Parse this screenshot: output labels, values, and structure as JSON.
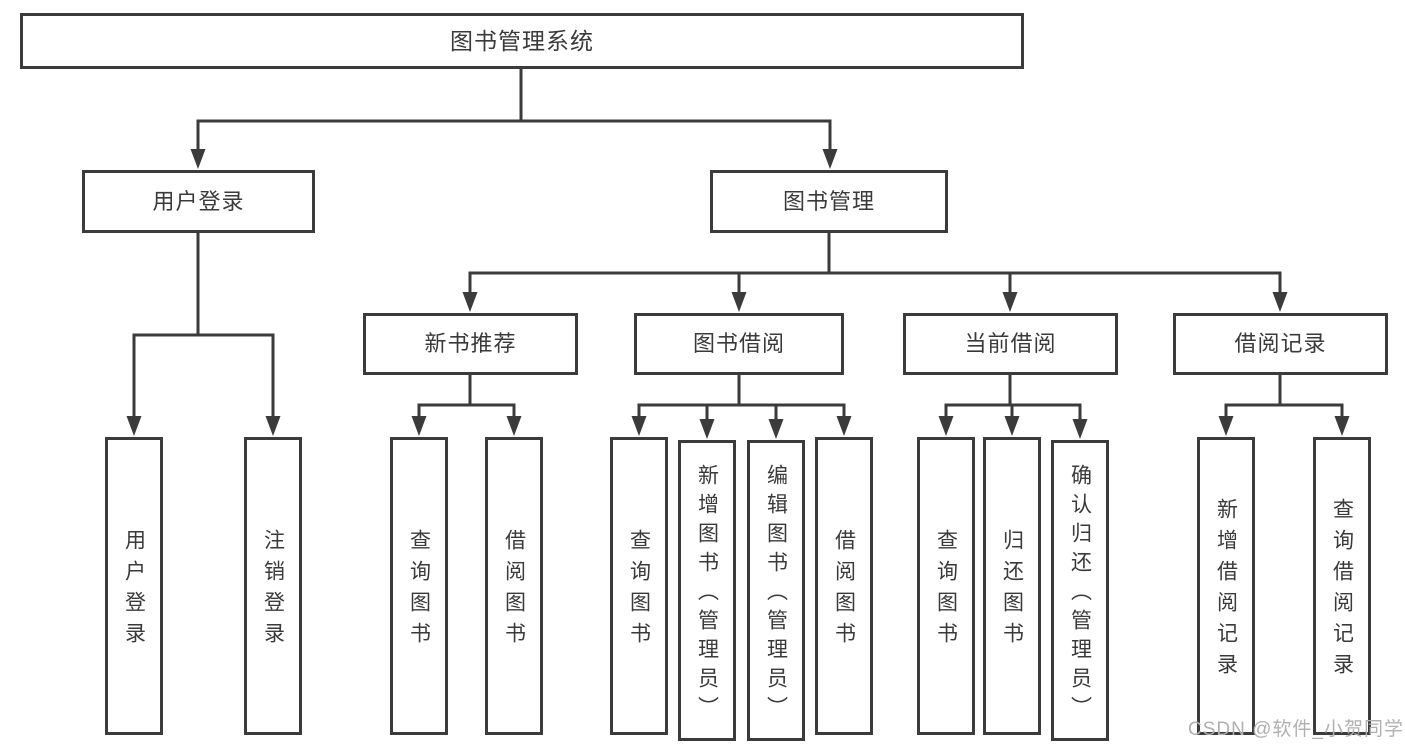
{
  "colors": {
    "line": "#3b3b3b",
    "text": "#3a3a3a",
    "background": "#ffffff",
    "watermark": "#b0b0b0"
  },
  "watermark": {
    "text": "CSDN @软件_小贺同学"
  },
  "nodes": {
    "root": {
      "label": "图书管理系统"
    },
    "user_login": {
      "label": "用户登录"
    },
    "book_mgmt": {
      "label": "图书管理"
    },
    "new_book_rec": {
      "label": "新书推荐"
    },
    "book_borrow": {
      "label": "图书借阅"
    },
    "current_borrow": {
      "label": "当前借阅"
    },
    "borrow_record": {
      "label": "借阅记录"
    },
    "login": {
      "label": "用户登录"
    },
    "logout": {
      "label": "注销登录"
    },
    "rec_query_book": {
      "label": "查询图书"
    },
    "rec_borrow_book": {
      "label": "借阅图书"
    },
    "bb_query_book": {
      "label": "查询图书"
    },
    "bb_add_book": {
      "label": "新增图书（管理员）"
    },
    "bb_edit_book": {
      "label": "编辑图书（管理员）"
    },
    "bb_borrow_book": {
      "label": "借阅图书"
    },
    "cb_query_book": {
      "label": "查询图书"
    },
    "cb_return_book": {
      "label": "归还图书"
    },
    "cb_confirm_return": {
      "label": "确认归还（管理员）"
    },
    "br_add_record": {
      "label": "新增借阅记录"
    },
    "br_query_record": {
      "label": "查询借阅记录"
    }
  },
  "hierarchy": {
    "图书管理系统": {
      "用户登录": [
        "用户登录",
        "注销登录"
      ],
      "图书管理": {
        "新书推荐": [
          "查询图书",
          "借阅图书"
        ],
        "图书借阅": [
          "查询图书",
          "新增图书（管理员）",
          "编辑图书（管理员）",
          "借阅图书"
        ],
        "当前借阅": [
          "查询图书",
          "归还图书",
          "确认归还（管理员）"
        ],
        "借阅记录": [
          "新增借阅记录",
          "查询借阅记录"
        ]
      }
    }
  }
}
